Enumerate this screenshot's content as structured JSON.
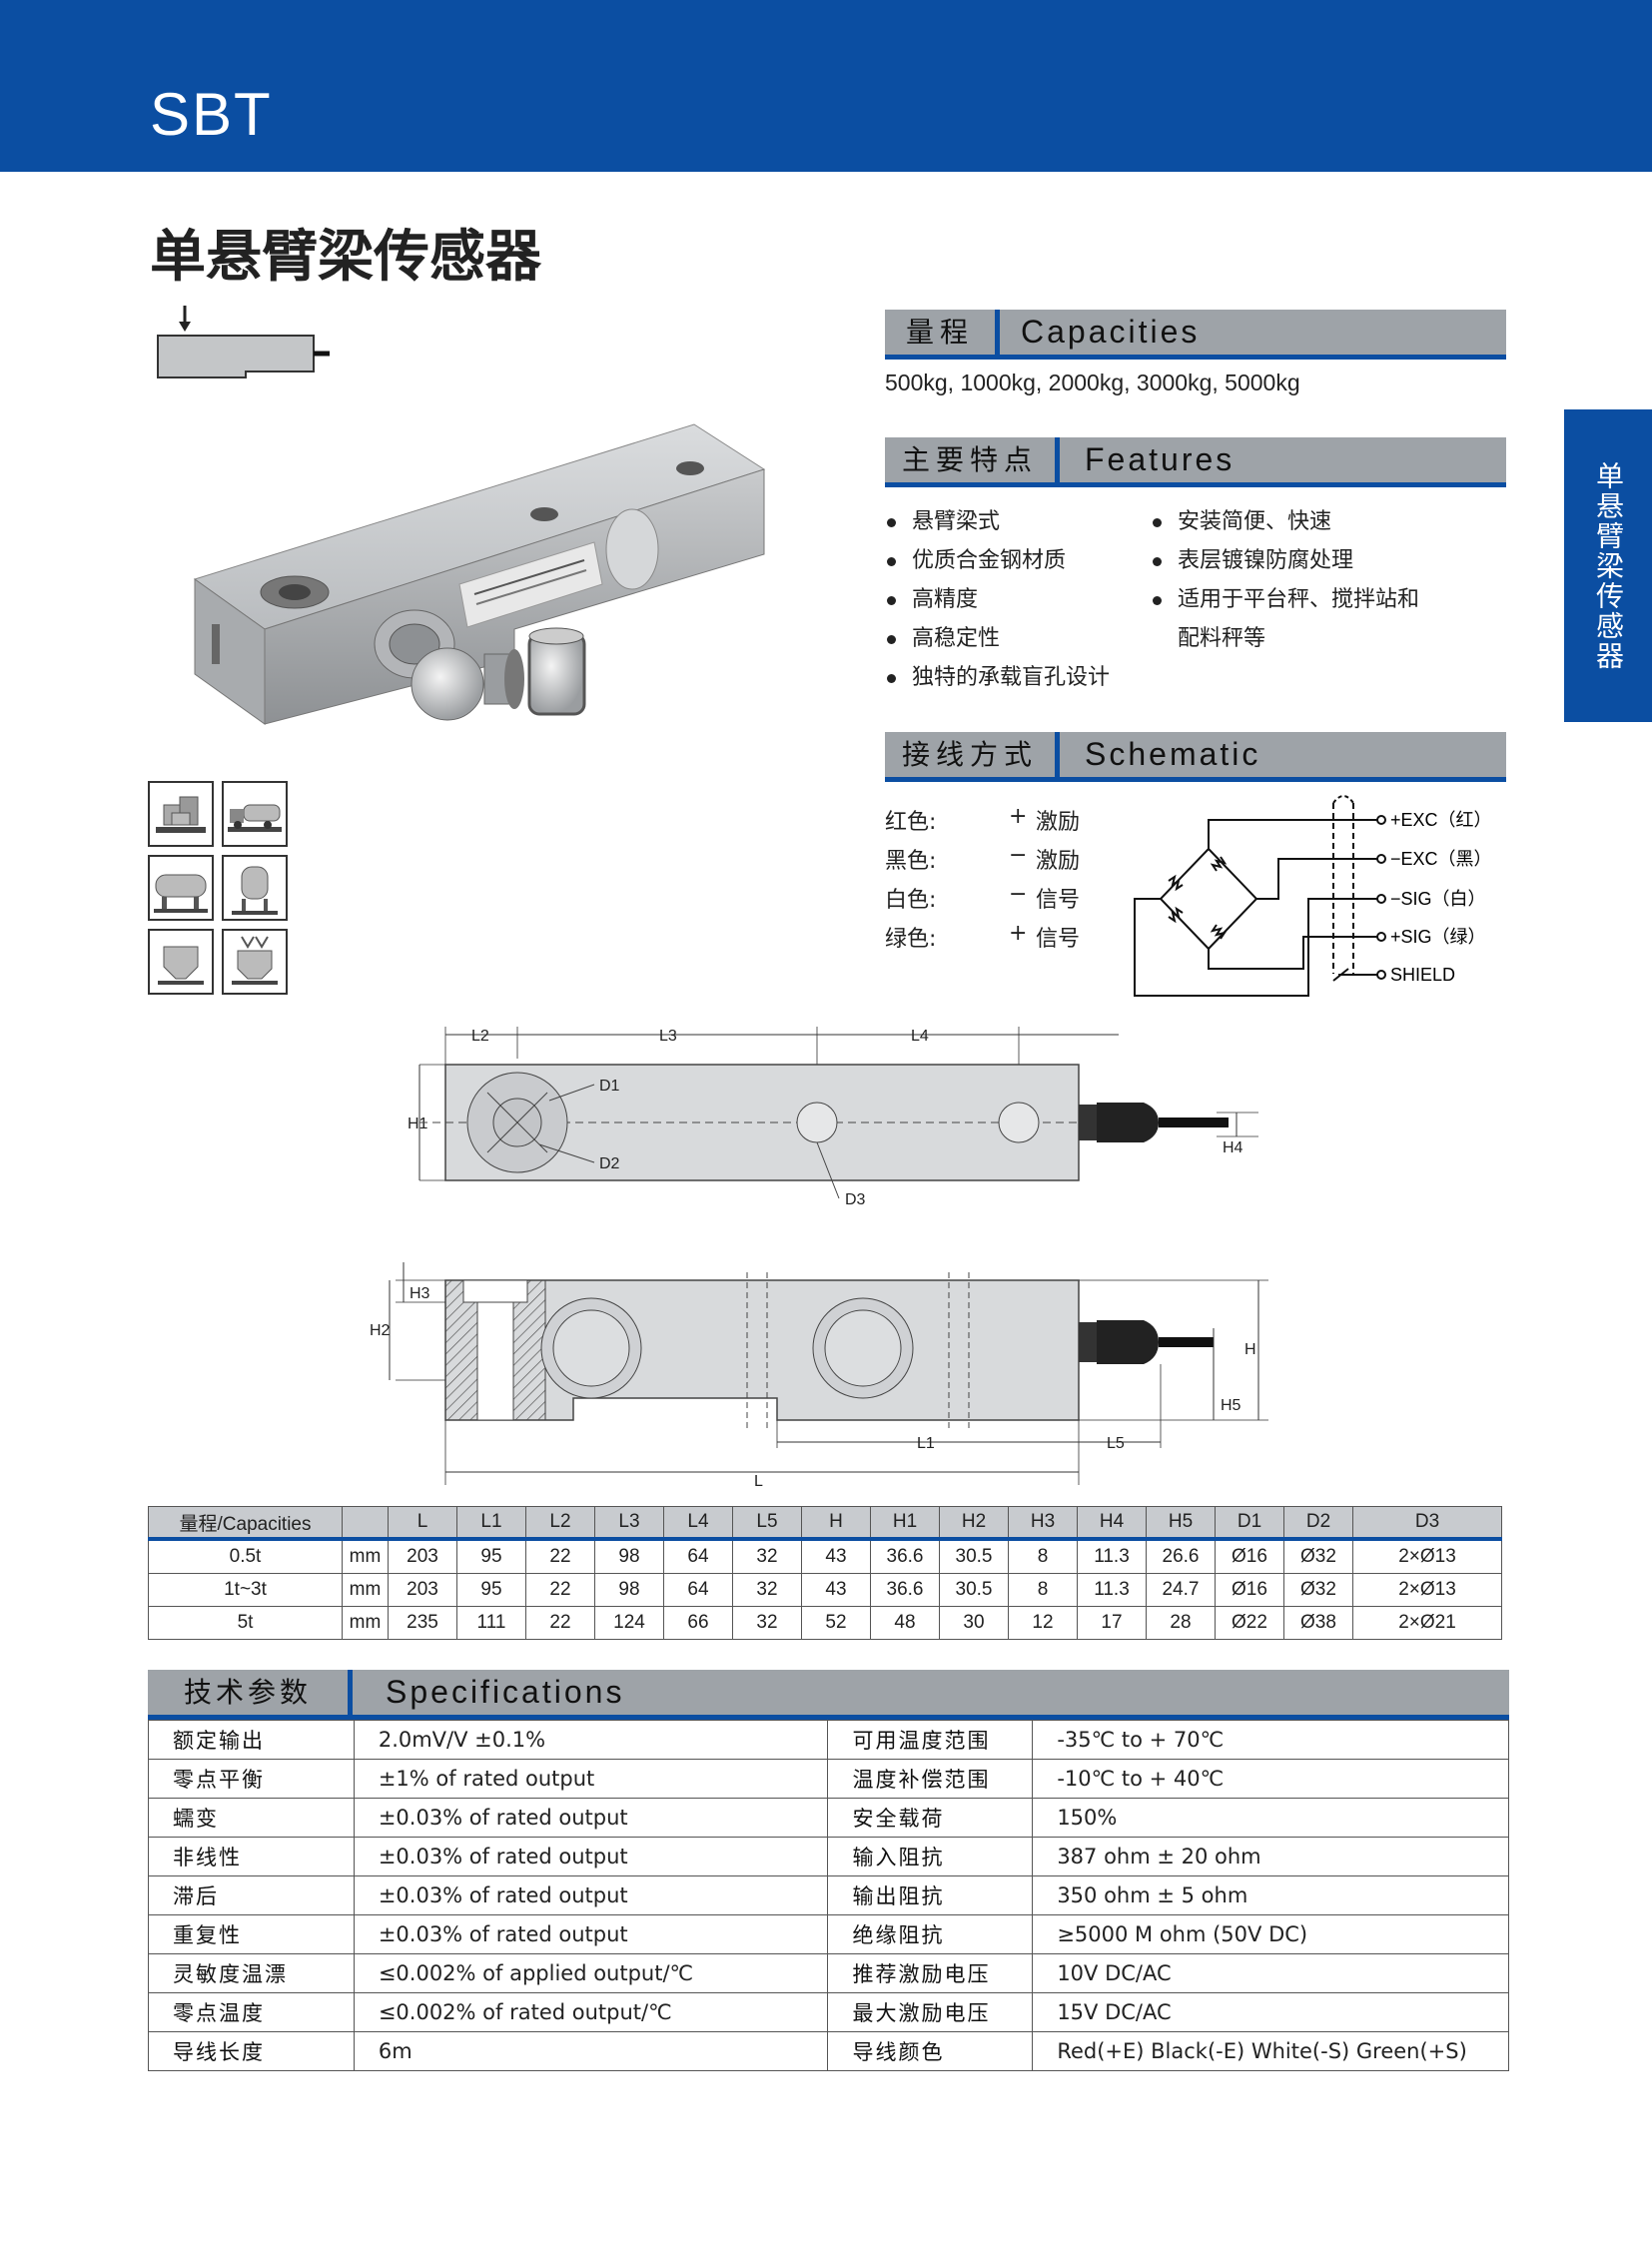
{
  "header": {
    "model": "SBT",
    "subtitle": "单悬臂梁传感器",
    "side_tab": "单悬臂梁传感器"
  },
  "capacities": {
    "cn": "量程",
    "en": "Capacities",
    "text": "500kg, 1000kg, 2000kg, 3000kg, 5000kg"
  },
  "features": {
    "cn": "主要特点",
    "en": "Features",
    "left": [
      "悬臂梁式",
      "优质合金钢材质",
      "高精度",
      "高稳定性",
      "独特的承载盲孔设计"
    ],
    "right": [
      "安装简便、快速",
      "表层镀镍防腐处理",
      "适用于平台秤、搅拌站和",
      "配料秤等"
    ]
  },
  "schematic": {
    "cn": "接线方式",
    "en": "Schematic",
    "wiring": [
      {
        "color": "红色:",
        "sign": "+",
        "signal": "激励"
      },
      {
        "color": "黑色:",
        "sign": "−",
        "signal": "激励"
      },
      {
        "color": "白色:",
        "sign": "−",
        "signal": "信号"
      },
      {
        "color": "绿色:",
        "sign": "+",
        "signal": "信号"
      }
    ],
    "terminals": [
      "+EXC（红）",
      "−EXC（黑）",
      "−SIG（白）",
      "+SIG（绿）",
      "SHIELD"
    ]
  },
  "drawing_labels": {
    "top": {
      "L2": "L2",
      "L3": "L3",
      "L4": "L4",
      "H1": "H1",
      "D1": "D1",
      "D2": "D2",
      "D3": "D3",
      "H4": "H4"
    },
    "side": {
      "H3": "H3",
      "H2": "H2",
      "H": "H",
      "H5": "H5",
      "L1": "L1",
      "L5": "L5",
      "L": "L"
    }
  },
  "dimensions": {
    "headers": [
      "量程/Capacities",
      "",
      "L",
      "L1",
      "L2",
      "L3",
      "L4",
      "L5",
      "H",
      "H1",
      "H2",
      "H3",
      "H4",
      "H5",
      "D1",
      "D2",
      "D3"
    ],
    "rows": [
      [
        "0.5t",
        "mm",
        "203",
        "95",
        "22",
        "98",
        "64",
        "32",
        "43",
        "36.6",
        "30.5",
        "8",
        "11.3",
        "26.6",
        "Ø16",
        "Ø32",
        "2×Ø13"
      ],
      [
        "1t~3t",
        "mm",
        "203",
        "95",
        "22",
        "98",
        "64",
        "32",
        "43",
        "36.6",
        "30.5",
        "8",
        "11.3",
        "24.7",
        "Ø16",
        "Ø32",
        "2×Ø13"
      ],
      [
        "5t",
        "mm",
        "235",
        "111",
        "22",
        "124",
        "66",
        "32",
        "52",
        "48",
        "30",
        "12",
        "17",
        "28",
        "Ø22",
        "Ø38",
        "2×Ø21"
      ]
    ]
  },
  "specifications": {
    "cn": "技术参数",
    "en": "Specifications",
    "rows": [
      [
        "额定输出",
        "2.0mV/V ±0.1%",
        "可用温度范围",
        "-35℃ to + 70℃"
      ],
      [
        "零点平衡",
        "±1% of rated output",
        "温度补偿范围",
        "-10℃ to + 40℃"
      ],
      [
        "蠕变",
        "±0.03% of rated output",
        "安全载荷",
        "150%"
      ],
      [
        "非线性",
        "±0.03% of rated output",
        "输入阻抗",
        "387 ohm ± 20 ohm"
      ],
      [
        "滞后",
        "±0.03% of rated output",
        "输出阻抗",
        "350 ohm ± 5 ohm"
      ],
      [
        "重复性",
        "±0.03% of rated output",
        "绝缘阻抗",
        "≥5000 M ohm (50V DC)"
      ],
      [
        "灵敏度温漂",
        "≤0.002% of applied output/℃",
        "推荐激励电压",
        "10V DC/AC"
      ],
      [
        "零点温度",
        "≤0.002% of rated output/℃",
        "最大激励电压",
        "15V DC/AC"
      ],
      [
        "导线长度",
        "6m",
        "导线颜色",
        "Red(+E) Black(-E) White(-S) Green(+S)"
      ]
    ]
  },
  "colors": {
    "brand_blue": "#0b4ea2",
    "header_gray": "#9ea3a8"
  }
}
